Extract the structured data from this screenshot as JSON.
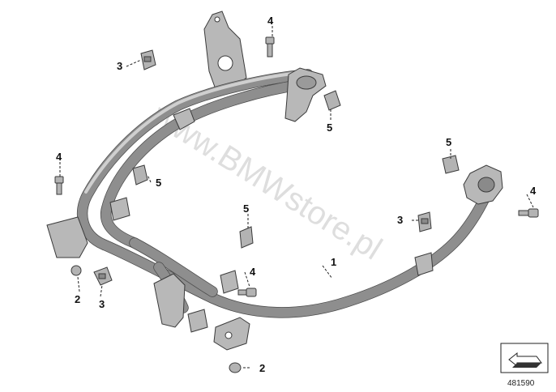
{
  "diagram": {
    "watermark": "www.BMWstore.pl",
    "reference_number": "481590",
    "callouts": [
      {
        "id": "c1",
        "label": "1"
      },
      {
        "id": "c2a",
        "label": "2"
      },
      {
        "id": "c2b",
        "label": "2"
      },
      {
        "id": "c3a",
        "label": "3"
      },
      {
        "id": "c3b",
        "label": "3"
      },
      {
        "id": "c3c",
        "label": "3"
      },
      {
        "id": "c4a",
        "label": "4"
      },
      {
        "id": "c4b",
        "label": "4"
      },
      {
        "id": "c4c",
        "label": "4"
      },
      {
        "id": "c4d",
        "label": "4"
      },
      {
        "id": "c5a",
        "label": "5"
      },
      {
        "id": "c5b",
        "label": "5"
      },
      {
        "id": "c5c",
        "label": "5"
      },
      {
        "id": "c5d",
        "label": "5"
      }
    ],
    "icons": {
      "frame": "tubular-frame-drawing",
      "bolt": "bolt-icon",
      "nut": "clip-nut-icon",
      "washer": "washer-icon",
      "direction": "direction-arrow-icon"
    }
  }
}
